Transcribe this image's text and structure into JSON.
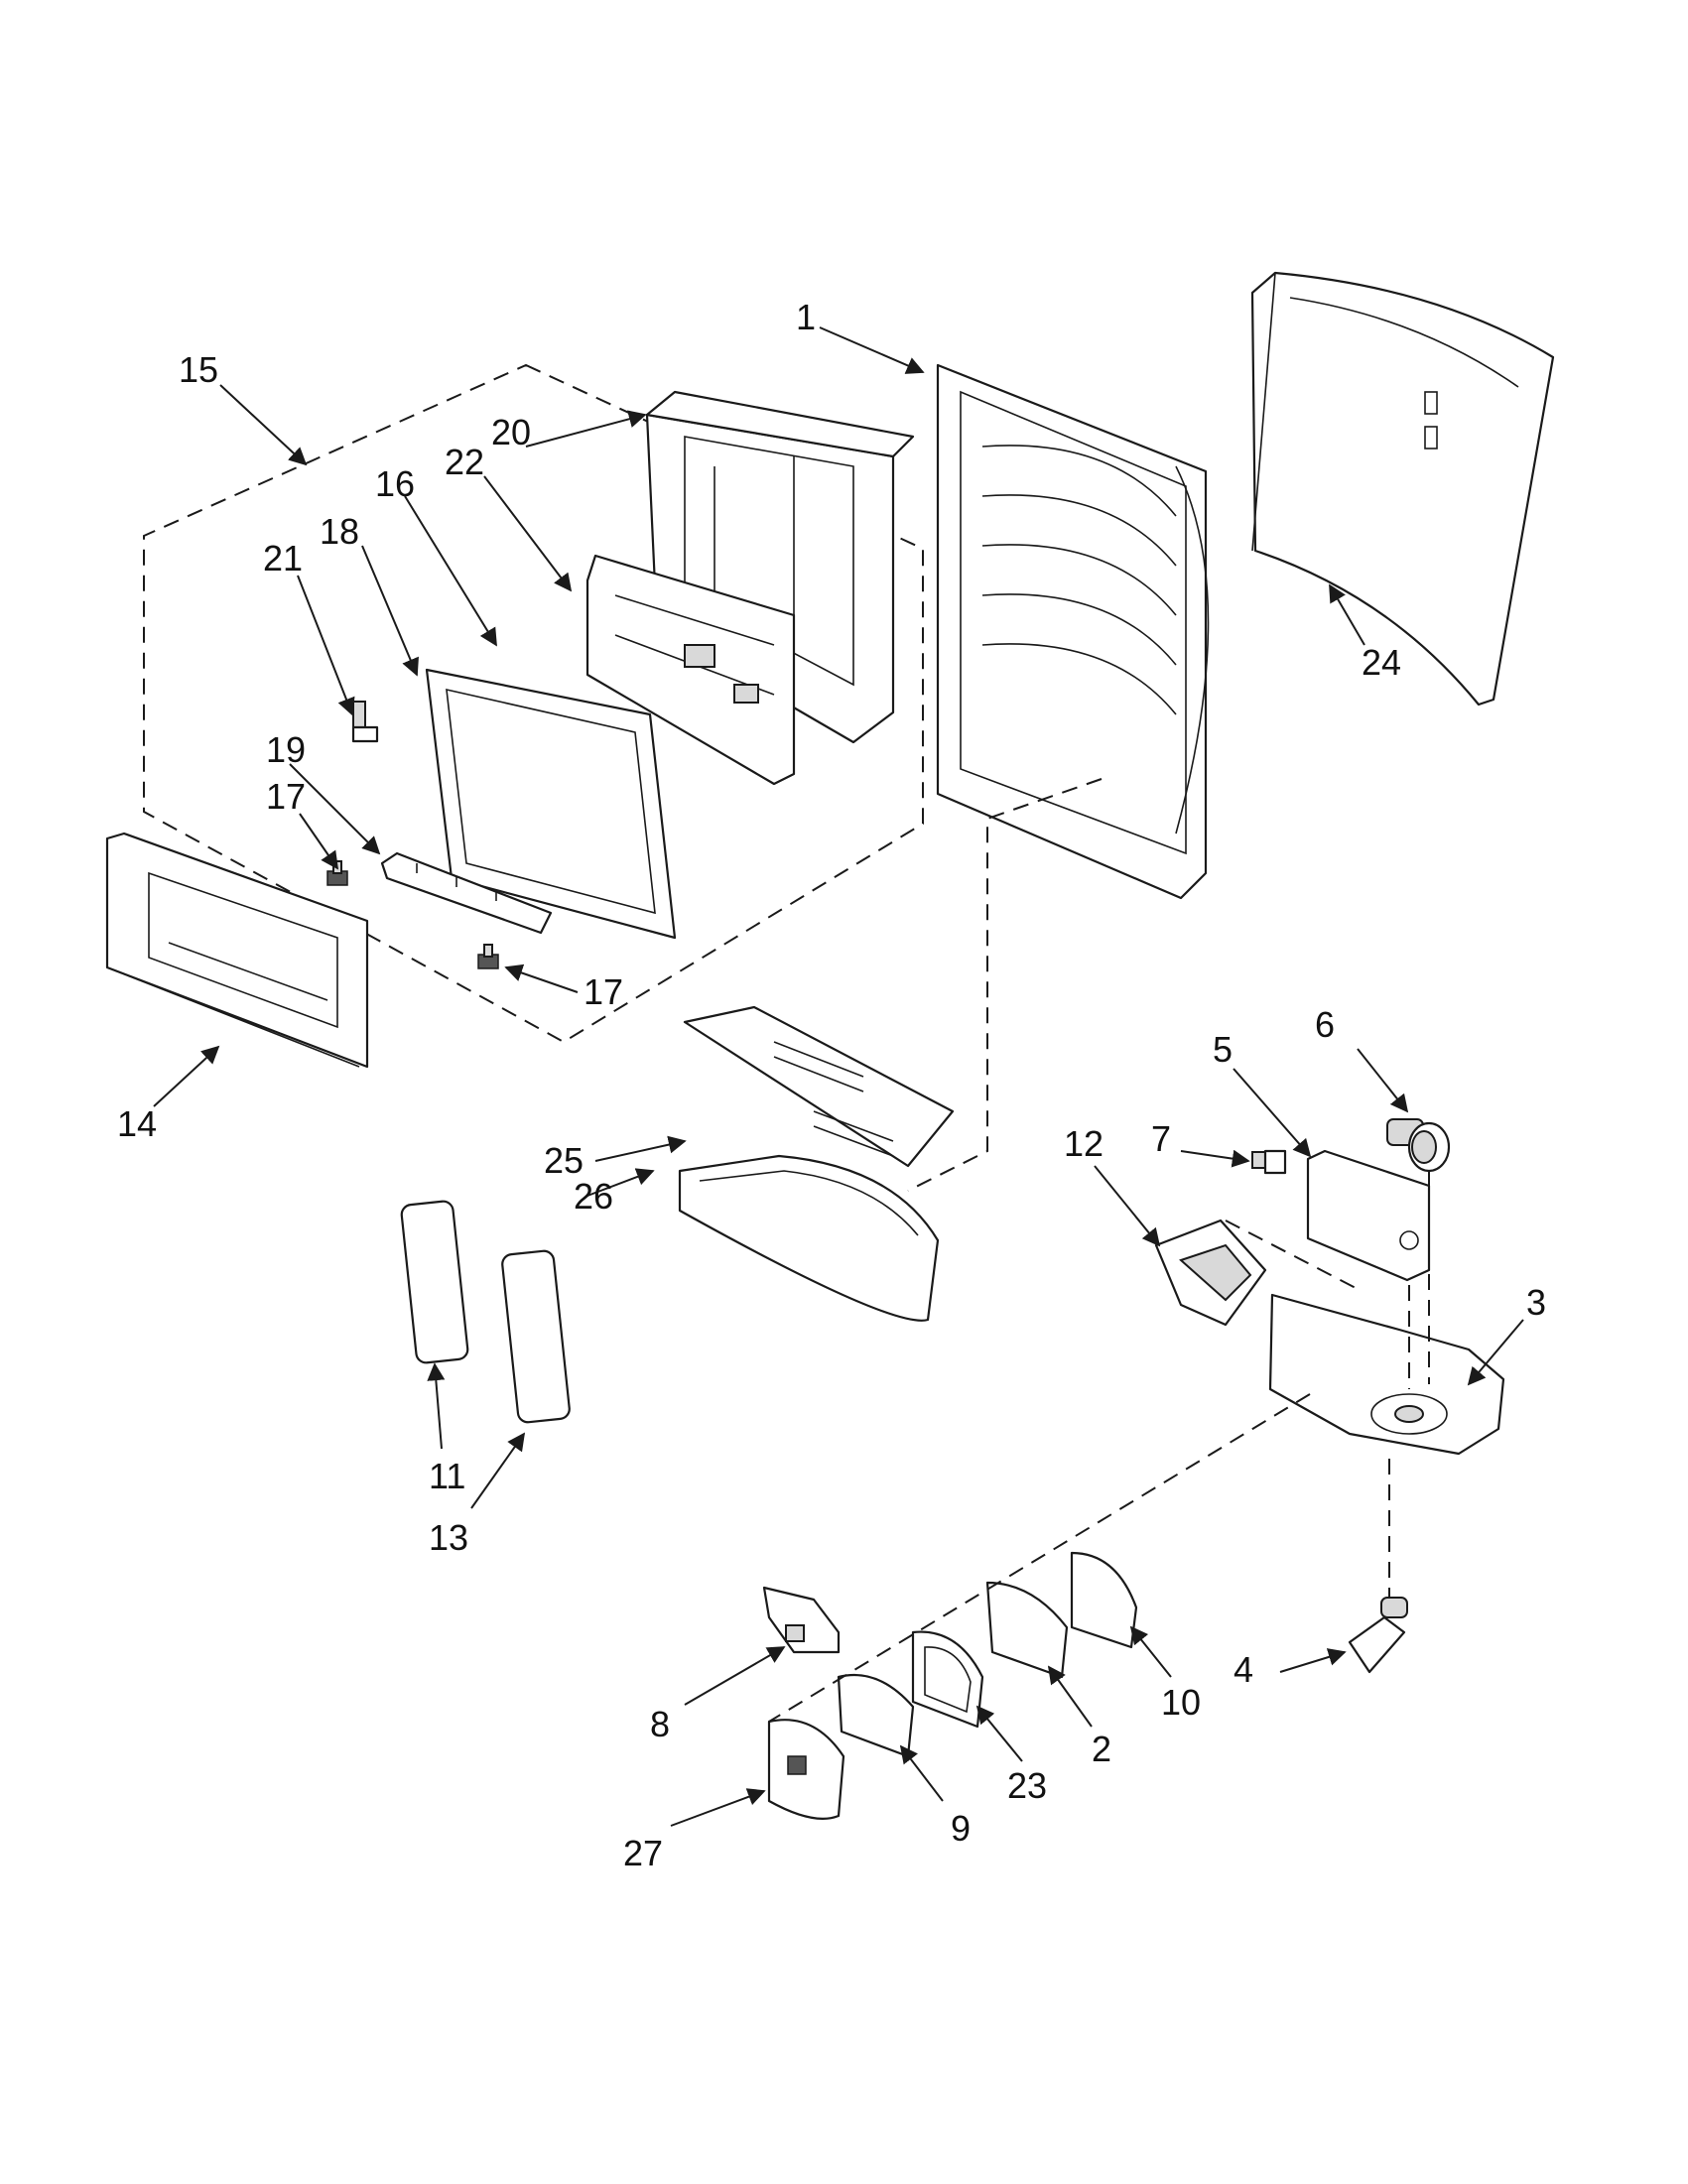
{
  "callouts": [
    {
      "id": "c1",
      "text": "1"
    },
    {
      "id": "c2",
      "text": "2"
    },
    {
      "id": "c3",
      "text": "3"
    },
    {
      "id": "c4",
      "text": "4"
    },
    {
      "id": "c5",
      "text": "5"
    },
    {
      "id": "c6",
      "text": "6"
    },
    {
      "id": "c7",
      "text": "7"
    },
    {
      "id": "c8",
      "text": "8"
    },
    {
      "id": "c9",
      "text": "9"
    },
    {
      "id": "c10",
      "text": "10"
    },
    {
      "id": "c11",
      "text": "11"
    },
    {
      "id": "c12",
      "text": "12"
    },
    {
      "id": "c13",
      "text": "13"
    },
    {
      "id": "c14",
      "text": "14"
    },
    {
      "id": "c15",
      "text": "15"
    },
    {
      "id": "c16",
      "text": "16"
    },
    {
      "id": "c17a",
      "text": "17"
    },
    {
      "id": "c17b",
      "text": "17"
    },
    {
      "id": "c18",
      "text": "18"
    },
    {
      "id": "c19",
      "text": "19"
    },
    {
      "id": "c20",
      "text": "20"
    },
    {
      "id": "c21",
      "text": "21"
    },
    {
      "id": "c22",
      "text": "22"
    },
    {
      "id": "c23",
      "text": "23"
    },
    {
      "id": "c24",
      "text": "24"
    },
    {
      "id": "c25",
      "text": "25"
    },
    {
      "id": "c26",
      "text": "26"
    },
    {
      "id": "c27",
      "text": "27"
    }
  ]
}
